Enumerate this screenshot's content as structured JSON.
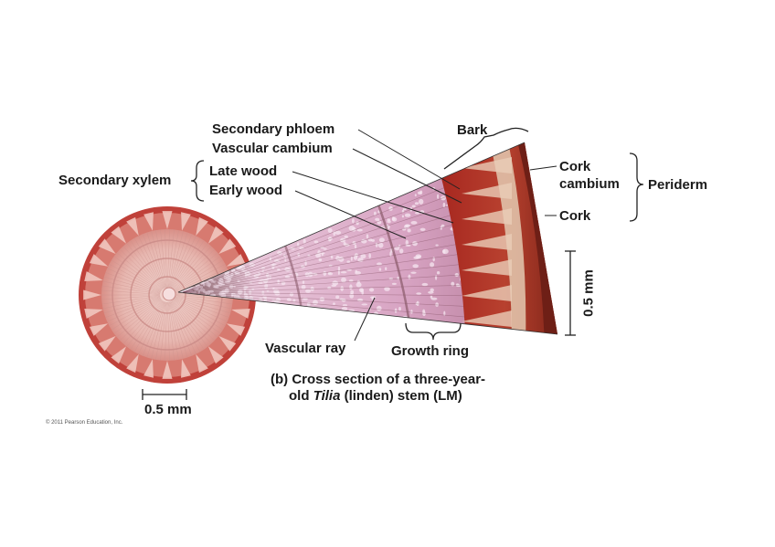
{
  "labels": {
    "secondary_phloem": "Secondary phloem",
    "vascular_cambium": "Vascular cambium",
    "secondary_xylem": "Secondary xylem",
    "late_wood": "Late wood",
    "early_wood": "Early wood",
    "bark": "Bark",
    "cork_cambium_line1": "Cork",
    "cork_cambium_line2": "cambium",
    "cork": "Cork",
    "periderm": "Periderm",
    "vascular_ray": "Vascular ray",
    "growth_ring": "Growth ring",
    "scale_vertical": "0.5 mm",
    "scale_horizontal": "0.5 mm"
  },
  "caption": {
    "prefix": "(b) Cross section of a three-year-",
    "line2_start": "old ",
    "line2_italic": "Tilia",
    "line2_end": " (linden) stem (LM)"
  },
  "copyright": "© 2011 Pearson Education, Inc.",
  "colors": {
    "wood": "#e9b7b1",
    "bark": "#b73a2e",
    "wedge": "#d7a3c2",
    "phloem": "#a82a22"
  }
}
